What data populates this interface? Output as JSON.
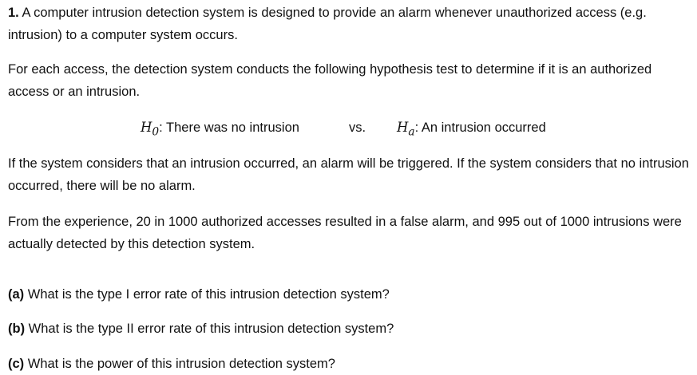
{
  "problem": {
    "number": "1.",
    "intro": "A computer intrusion detection system is designed to provide an alarm whenever unauthorized access (e.g. intrusion) to a computer system occurs.",
    "test_description": "For each access, the detection system conducts the following hypothesis test to determine if it is an authorized access or an intrusion.",
    "hypotheses": {
      "h0_symbol": "H",
      "h0_subscript": "0",
      "h0_text": ": There was no intrusion",
      "vs": "vs.",
      "ha_symbol": "H",
      "ha_subscript": "a",
      "ha_text": ": An intrusion occurred"
    },
    "alarm_rule": "If the system considers that an intrusion occurred, an alarm will be triggered. If the system considers that no intrusion occurred, there will be no alarm.",
    "experience": "From the experience, 20 in 1000 authorized accesses resulted in a false alarm, and 995 out of 1000 intrusions were actually detected by this detection system.",
    "questions": [
      {
        "label": "(a)",
        "text": " What is the type I error rate of this intrusion detection system?"
      },
      {
        "label": "(b)",
        "text": " What is the type II error rate of this intrusion detection system?"
      },
      {
        "label": "(c)",
        "text": " What is the power of this intrusion detection system?"
      }
    ]
  }
}
